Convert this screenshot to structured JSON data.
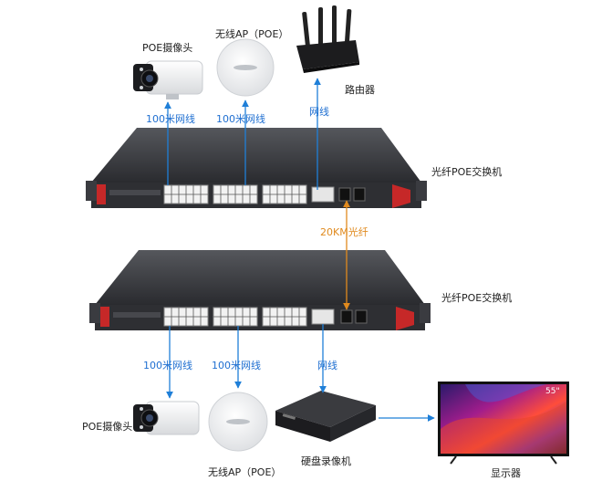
{
  "labels": {
    "poe_camera_top": "POE摄像头",
    "wireless_ap_top": "无线AP（POE）",
    "router": "路由器",
    "link_100m_1_top": "100米网线",
    "link_100m_2_top": "100米网线",
    "link_net_top": "网线",
    "switch_top": "光纤POE交换机",
    "fiber_link": "20KM光纤",
    "switch_bottom": "光纤POE交换机",
    "link_100m_1_bottom": "100米网线",
    "link_100m_2_bottom": "100米网线",
    "link_net_bottom": "网线",
    "poe_camera_bottom": "POE摄像头",
    "wireless_ap_bottom": "无线AP（POE）",
    "nvr": "硬盘录像机",
    "display": "显示器",
    "tv_size_badge": "55\""
  },
  "colors": {
    "link_blue": "#1f7fd8",
    "fiber_orange": "#e08a1e",
    "label_blue": "#1f6fd1",
    "switch_red": "#c62828",
    "switch_body": "#2e2f33"
  }
}
